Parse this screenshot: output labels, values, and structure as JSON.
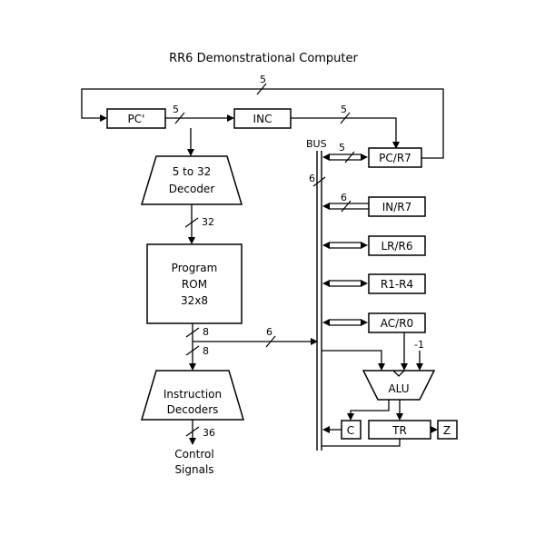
{
  "title": "RR6 Demonstrational Computer",
  "blocks": {
    "pc_prime": "PC'",
    "inc": "INC",
    "decoder": [
      "5 to 32",
      "Decoder"
    ],
    "rom": [
      "Program",
      "ROM",
      "32x8"
    ],
    "instr_dec": [
      "Instruction",
      "Decoders"
    ],
    "output": [
      "Control",
      "Signals"
    ],
    "bus": "BUS",
    "pc_r7": "PC/R7",
    "in_r7": "IN/R7",
    "lr_r6": "LR/R6",
    "r1_r4": "R1-R4",
    "ac_r0": "AC/R0",
    "alu": "ALU",
    "tr": "TR",
    "c": "C",
    "z": "Z"
  },
  "widths": {
    "feedback": "5",
    "pc_out": "5",
    "inc_out": "5",
    "bus_pc": "5",
    "bus_in": "6",
    "bus": "6",
    "dec_out": "32",
    "rom_out": "8",
    "rom_to_bus": "6",
    "to_instr": "8",
    "ctrl": "36",
    "minus_one": "-1"
  }
}
